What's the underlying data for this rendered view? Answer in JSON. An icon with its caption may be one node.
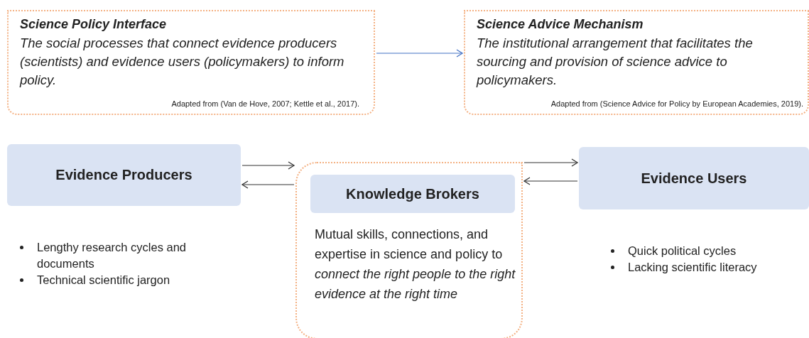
{
  "diagram": {
    "nodes": [
      {
        "text": [
          "Science Policy Interface",
          "The social processes that connect evidence producers (scientists) and evidence users (policymakers) to inform policy.",
          "Adapted from (Van de Hove, 2007; Kettle et al., 2017)."
        ]
      },
      {
        "text": [
          "Science Advice Mechanism",
          "The institutional arrangement that facilitates the sourcing and provision of science advice to policymakers.",
          "Adapted from (Science Advice for Policy by European Academies, 2019)."
        ]
      },
      {
        "text": [
          "Evidence Producers"
        ],
        "beside": [
          "Lengthy research cycles and documents",
          "Technical scientific jargon"
        ]
      },
      {
        "text": [
          "Mutual skills, connections, and expertise in science and policy to *connect the right people to the right evidence at the right time*"
        ]
      },
      {
        "text": [
          "Knowledge Brokers"
        ],
        "in": 3
      },
      {
        "text": [
          "Evidence Users"
        ],
        "beside": [
          "Quick political cycles",
          "Lacking scientific literacy"
        ]
      }
    ],
    "edges": [
      {
        "from": 0,
        "to": 1,
        "arrow": "to",
        "color": "#4472c4"
      },
      {
        "from": 2,
        "to": 3,
        "arrow": "to"
      },
      {
        "from": 3,
        "to": 2,
        "arrow": "to"
      },
      {
        "from": 3,
        "to": 5,
        "arrow": "to"
      },
      {
        "from": 5,
        "to": 3,
        "arrow": "to"
      }
    ]
  }
}
